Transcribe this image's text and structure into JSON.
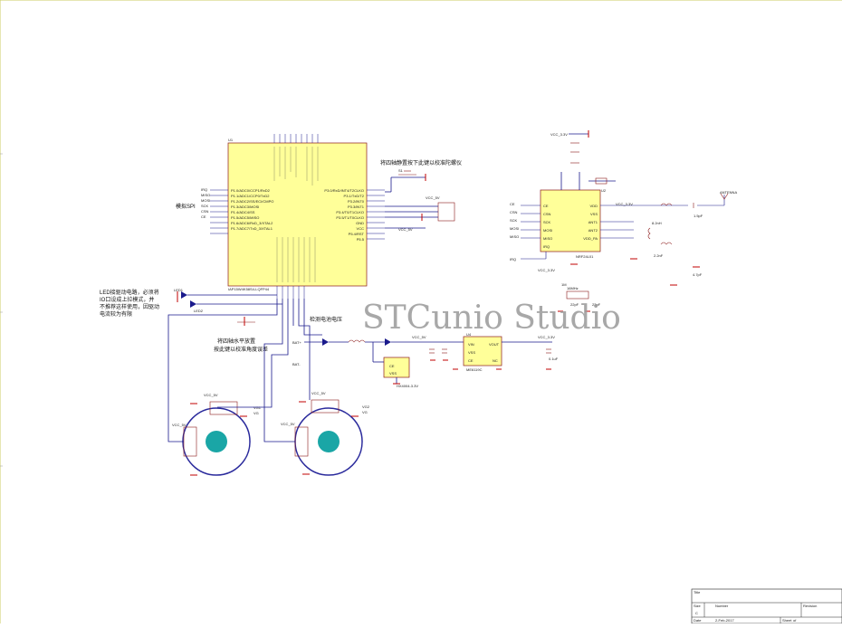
{
  "watermark": "STCunio Studio",
  "mcu": {
    "ref": "U1",
    "part": "IAP15W4K58S4-LQFP44",
    "left_pins": [
      "P1.0/ADC0/CCP1/RxD2",
      "P1.1/ADC1/CCP0/TxD2",
      "P1.2/ADC2/SS/ECI/CMPO",
      "P1.3/ADC3/MOSI",
      "P1.4/ADC4/SS",
      "P1.5/ADC5/MISO",
      "P1.6/ADC6/RxD_3/XTAL2",
      "P1.7/ADC7/TxD_3/XTAL1"
    ],
    "right_pins": [
      "P3.0/RxD/INT4/T2CLKO",
      "P3.1/TxD/T2",
      "P3.2/INT0",
      "P3.3/INT1",
      "P3.4/T0/T1CLKO",
      "P3.5/T1/T0CLKO",
      "GND",
      "VCC",
      "P5.4/RST",
      "P5.5"
    ]
  },
  "nrf": {
    "ref": "U2",
    "part": "NRF24L01",
    "left_pins": [
      "CE",
      "CSN",
      "SCK",
      "MOSI",
      "MISO",
      "IRQ"
    ],
    "right_pins": [
      "VDD",
      "VSS",
      "ANT1",
      "ANT2",
      "VDD_PA"
    ]
  },
  "labels": {
    "spi": "模拟SPI",
    "vcc33": "VCC_3.3V",
    "vcc5": "VCC_5V",
    "antenna": "ANTENNA",
    "bat_plus": "BAT+",
    "bat_minus": "BAT-",
    "battery_note": "检测电池电压",
    "key_note": "将四轴静置按下此键以校准陀螺仪",
    "level_note_1": "将四轴水平放置",
    "level_note_2": "按此键以校准角度误差",
    "led_note": "LED接驱动电路，必须将IO口设成上拉模式，并不推荐这样使用，因驱动电流较为有限",
    "ldo1": "HX4004-3.3V",
    "ldo2": "ME6119C",
    "key_ref": "S1",
    "led1": "LED1",
    "led2": "LED2"
  },
  "title_block": {
    "title": "Title",
    "size": "Size",
    "size_value": "C",
    "number": "Number",
    "revision": "Revision",
    "date": "Date",
    "date_value": "2-Feb-2017",
    "sheet": "Sheet",
    "sheet_of": "of"
  }
}
